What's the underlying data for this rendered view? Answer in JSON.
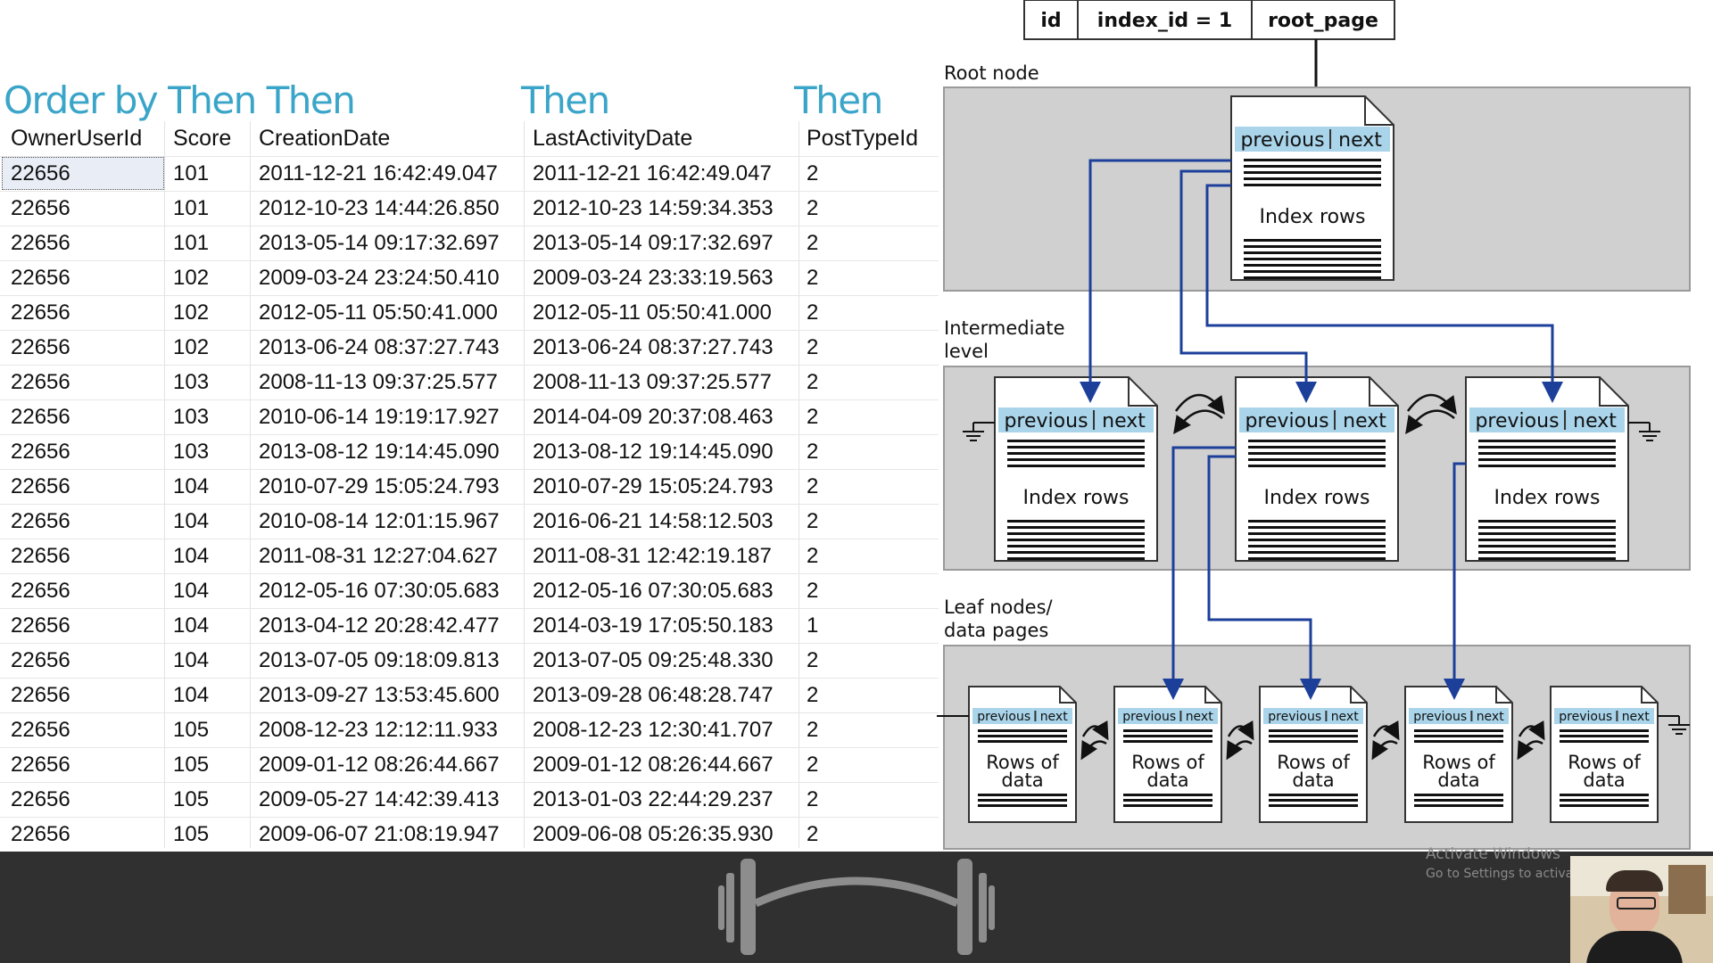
{
  "headings": [
    "Order by Then Then",
    "Then",
    "Then"
  ],
  "columns": [
    "OwnerUserId",
    "Score",
    "CreationDate",
    "LastActivityDate",
    "PostTypeId"
  ],
  "rows": [
    [
      "22656",
      "101",
      "2011-12-21 16:42:49.047",
      "2011-12-21 16:42:49.047",
      "2"
    ],
    [
      "22656",
      "101",
      "2012-10-23 14:44:26.850",
      "2012-10-23 14:59:34.353",
      "2"
    ],
    [
      "22656",
      "101",
      "2013-05-14 09:17:32.697",
      "2013-05-14 09:17:32.697",
      "2"
    ],
    [
      "22656",
      "102",
      "2009-03-24 23:24:50.410",
      "2009-03-24 23:33:19.563",
      "2"
    ],
    [
      "22656",
      "102",
      "2012-05-11 05:50:41.000",
      "2012-05-11 05:50:41.000",
      "2"
    ],
    [
      "22656",
      "102",
      "2013-06-24 08:37:27.743",
      "2013-06-24 08:37:27.743",
      "2"
    ],
    [
      "22656",
      "103",
      "2008-11-13 09:37:25.577",
      "2008-11-13 09:37:25.577",
      "2"
    ],
    [
      "22656",
      "103",
      "2010-06-14 19:19:17.927",
      "2014-04-09 20:37:08.463",
      "2"
    ],
    [
      "22656",
      "103",
      "2013-08-12 19:14:45.090",
      "2013-08-12 19:14:45.090",
      "2"
    ],
    [
      "22656",
      "104",
      "2010-07-29 15:05:24.793",
      "2010-07-29 15:05:24.793",
      "2"
    ],
    [
      "22656",
      "104",
      "2010-08-14 12:01:15.967",
      "2016-06-21 14:58:12.503",
      "2"
    ],
    [
      "22656",
      "104",
      "2011-08-31 12:27:04.627",
      "2011-08-31 12:42:19.187",
      "2"
    ],
    [
      "22656",
      "104",
      "2012-05-16 07:30:05.683",
      "2012-05-16 07:30:05.683",
      "2"
    ],
    [
      "22656",
      "104",
      "2013-04-12 20:28:42.477",
      "2014-03-19 17:05:50.183",
      "1"
    ],
    [
      "22656",
      "104",
      "2013-07-05 09:18:09.813",
      "2013-07-05 09:25:48.330",
      "2"
    ],
    [
      "22656",
      "104",
      "2013-09-27 13:53:45.600",
      "2013-09-28 06:48:28.747",
      "2"
    ],
    [
      "22656",
      "105",
      "2008-12-23 12:12:11.933",
      "2008-12-23 12:30:41.707",
      "2"
    ],
    [
      "22656",
      "105",
      "2009-01-12 08:26:44.667",
      "2009-01-12 08:26:44.667",
      "2"
    ],
    [
      "22656",
      "105",
      "2009-05-27 14:42:39.413",
      "2013-01-03 22:44:29.237",
      "2"
    ],
    [
      "22656",
      "105",
      "2009-06-07 21:08:19.947",
      "2009-06-08 05:26:35.930",
      "2"
    ]
  ],
  "diagram": {
    "header_cells": [
      "id",
      "index_id = 1",
      "root_page"
    ],
    "root_label": "Root node",
    "intermediate_label": [
      "Intermediate",
      "level"
    ],
    "leaf_label": [
      "Leaf nodes/",
      "data pages"
    ],
    "page_prev": "previous",
    "page_next": "next",
    "index_rows": "Index rows",
    "rows_of_data": [
      "Rows of",
      "data"
    ]
  },
  "activation": {
    "title": "Activate Windows",
    "subtitle": "Go to Settings to activat"
  },
  "icons": [
    "dumbbell-icon"
  ],
  "colors": {
    "heading": "#3aa5c8",
    "page_header": "#a9d4ea",
    "arrow": "#1c3f9a",
    "level_bg": "#d0d0d0",
    "bottom_bar": "#303030"
  }
}
